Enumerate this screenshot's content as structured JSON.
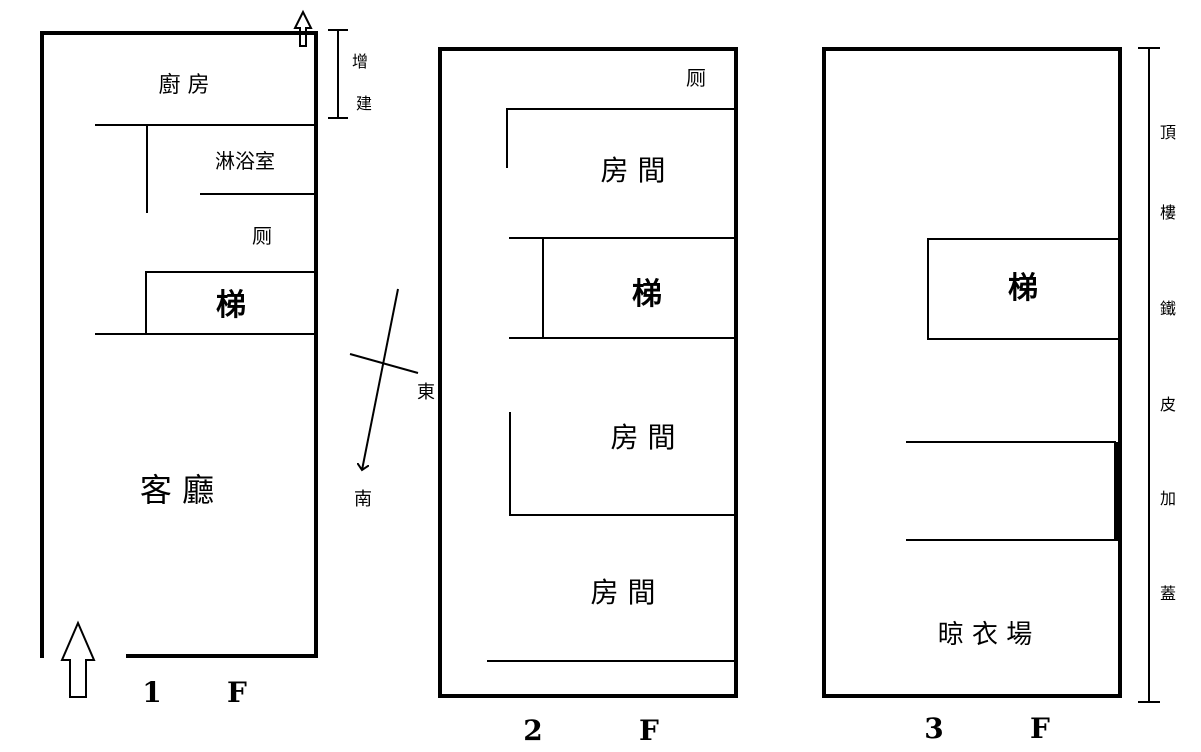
{
  "floor1": {
    "floor_number": "1",
    "floor_letter": "F",
    "rooms": {
      "kitchen": "廚  房",
      "bathroom": "淋浴室",
      "toilet": "厕",
      "stairs": "梯",
      "living_room": "客  廳"
    },
    "extension_chars": [
      "增",
      "建"
    ]
  },
  "floor2": {
    "floor_number": "2",
    "floor_letter": "F",
    "rooms": {
      "toilet": "厕",
      "room_1": "房    間",
      "stairs": "梯",
      "room_2": "房    間",
      "room_3": "房    間"
    }
  },
  "floor3": {
    "floor_number": "3",
    "floor_letter": "F",
    "rooms": {
      "stairs": "梯",
      "drying_area": "晾  衣  場"
    },
    "roof_note_chars": [
      "頂",
      "樓",
      "鐵",
      "皮",
      "加",
      "蓋"
    ]
  },
  "compass": {
    "east": "東",
    "south": "南"
  }
}
